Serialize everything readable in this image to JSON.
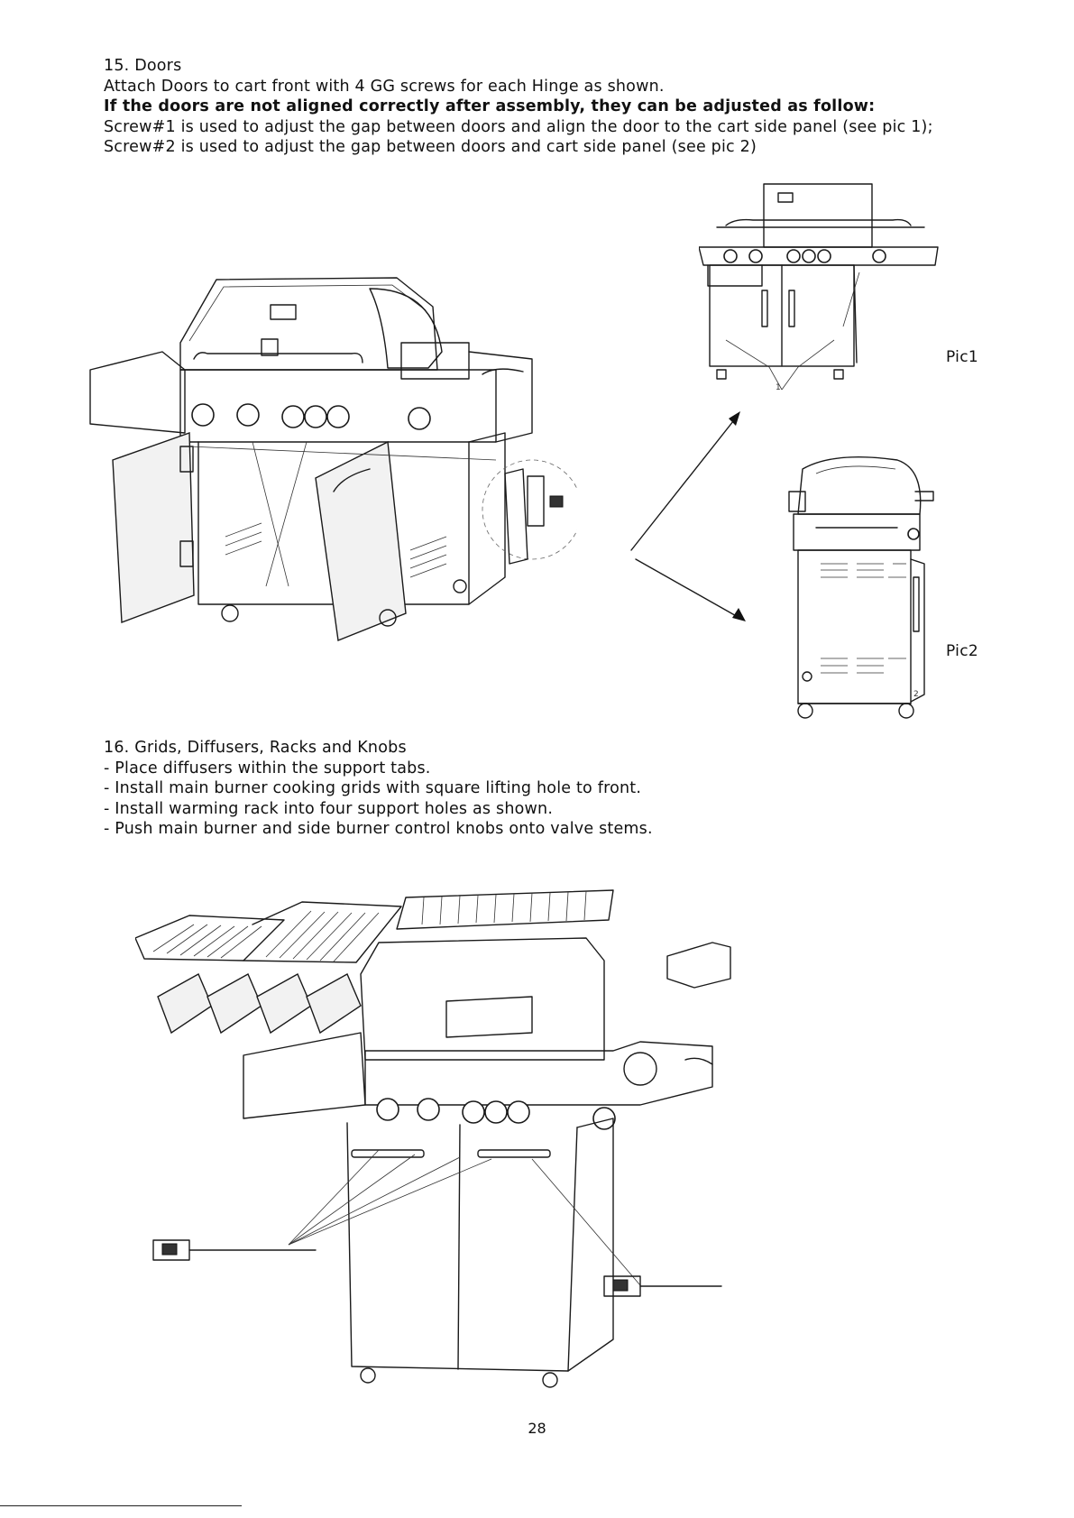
{
  "step15": {
    "heading": "15. Doors",
    "line1": "Attach Doors to cart front with 4 GG screws for each Hinge as shown.",
    "line2_bold": "If the doors are not aligned correctly after assembly, they can be adjusted as follow:",
    "line3": "Screw#1 is used to adjust the gap between doors and align the door to the cart side panel (see pic 1);",
    "line4": "Screw#2 is used to adjust the gap between doors and cart side panel (see pic 2)"
  },
  "figure15": {
    "pic1_label": "Pic1",
    "pic2_label": "Pic2",
    "callout_1": "1",
    "callout_2": "2"
  },
  "step16": {
    "heading": "16. Grids, Diffusers, Racks and Knobs",
    "items": [
      "- Place diffusers within the support tabs.",
      "- Install main burner cooking grids with square lifting hole to front.",
      "- Install warming rack into four support holes as shown.",
      "- Push main burner and side burner control knobs onto valve stems."
    ]
  },
  "page": {
    "number": "28"
  }
}
